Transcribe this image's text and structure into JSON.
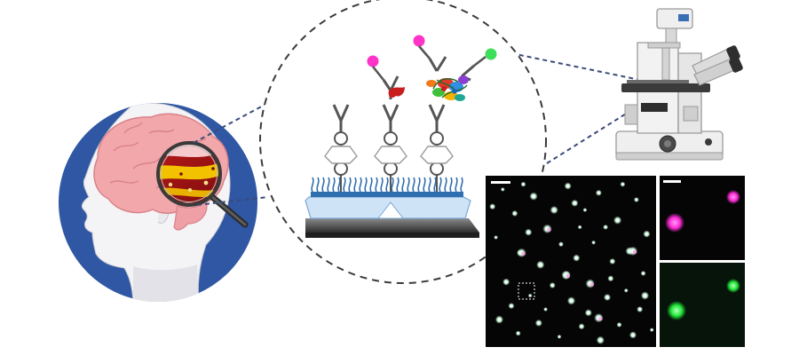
{
  "figure": {
    "panels": [
      "head-with-magnifier",
      "single-molecule-assay-zoom",
      "inverted-fluorescence-microscope",
      "fluorescence-image-overview",
      "fluorescence-inset-magenta",
      "fluorescence-inset-green"
    ]
  },
  "colors": {
    "head_circle": "#2f57a3",
    "head_skin": "#f4f4f6",
    "brain": "#f2a7ab",
    "brain_outline": "#d98288",
    "vessel_plaque": "#f2c200",
    "vessel_wall": "#c51d1d",
    "dashed_line": "#3a4a7a",
    "antibody": "#555555",
    "dye_magenta": "#ff33c8",
    "dye_green": "#3ddf5a",
    "surface_glass": "#cfe3f6",
    "surface_linkers": "#2f6fb0",
    "stage_dark": "#3f3f3f",
    "microscope_body": "#eeeeee",
    "micrograph_bg": "#050505",
    "spot_white_green": "#d8ffe6",
    "inset_magenta": "#ff2bd8",
    "inset_green": "#22e838",
    "scale_bar": "#ffffff"
  },
  "overview_spots": [
    [
      0.1,
      0.08
    ],
    [
      0.17,
      0.22
    ],
    [
      0.28,
      0.12
    ],
    [
      0.36,
      0.31
    ],
    [
      0.48,
      0.06
    ],
    [
      0.58,
      0.2
    ],
    [
      0.66,
      0.1
    ],
    [
      0.77,
      0.26
    ],
    [
      0.88,
      0.14
    ],
    [
      0.94,
      0.34
    ],
    [
      0.06,
      0.36
    ],
    [
      0.2,
      0.45
    ],
    [
      0.32,
      0.52
    ],
    [
      0.44,
      0.4
    ],
    [
      0.53,
      0.48
    ],
    [
      0.63,
      0.39
    ],
    [
      0.74,
      0.5
    ],
    [
      0.84,
      0.44
    ],
    [
      0.92,
      0.57
    ],
    [
      0.12,
      0.62
    ],
    [
      0.26,
      0.7
    ],
    [
      0.39,
      0.64
    ],
    [
      0.5,
      0.73
    ],
    [
      0.61,
      0.63
    ],
    [
      0.71,
      0.71
    ],
    [
      0.82,
      0.67
    ],
    [
      0.9,
      0.78
    ],
    [
      0.08,
      0.84
    ],
    [
      0.19,
      0.92
    ],
    [
      0.31,
      0.86
    ],
    [
      0.43,
      0.94
    ],
    [
      0.56,
      0.88
    ],
    [
      0.67,
      0.96
    ],
    [
      0.78,
      0.87
    ],
    [
      0.86,
      0.93
    ],
    [
      0.97,
      0.9
    ],
    [
      0.04,
      0.18
    ],
    [
      0.4,
      0.2
    ],
    [
      0.7,
      0.3
    ],
    [
      0.25,
      0.33
    ],
    [
      0.55,
      0.3
    ],
    [
      0.15,
      0.76
    ],
    [
      0.47,
      0.58
    ],
    [
      0.8,
      0.05
    ],
    [
      0.6,
      0.8
    ],
    [
      0.35,
      0.78
    ],
    [
      0.73,
      0.6
    ],
    [
      0.93,
      0.7
    ],
    [
      0.22,
      0.05
    ],
    [
      0.52,
      0.16
    ]
  ],
  "bright_spots": [
    [
      0.36,
      0.31
    ],
    [
      0.61,
      0.63
    ],
    [
      0.47,
      0.58
    ],
    [
      0.66,
      0.83
    ],
    [
      0.21,
      0.45
    ],
    [
      0.86,
      0.44
    ]
  ]
}
